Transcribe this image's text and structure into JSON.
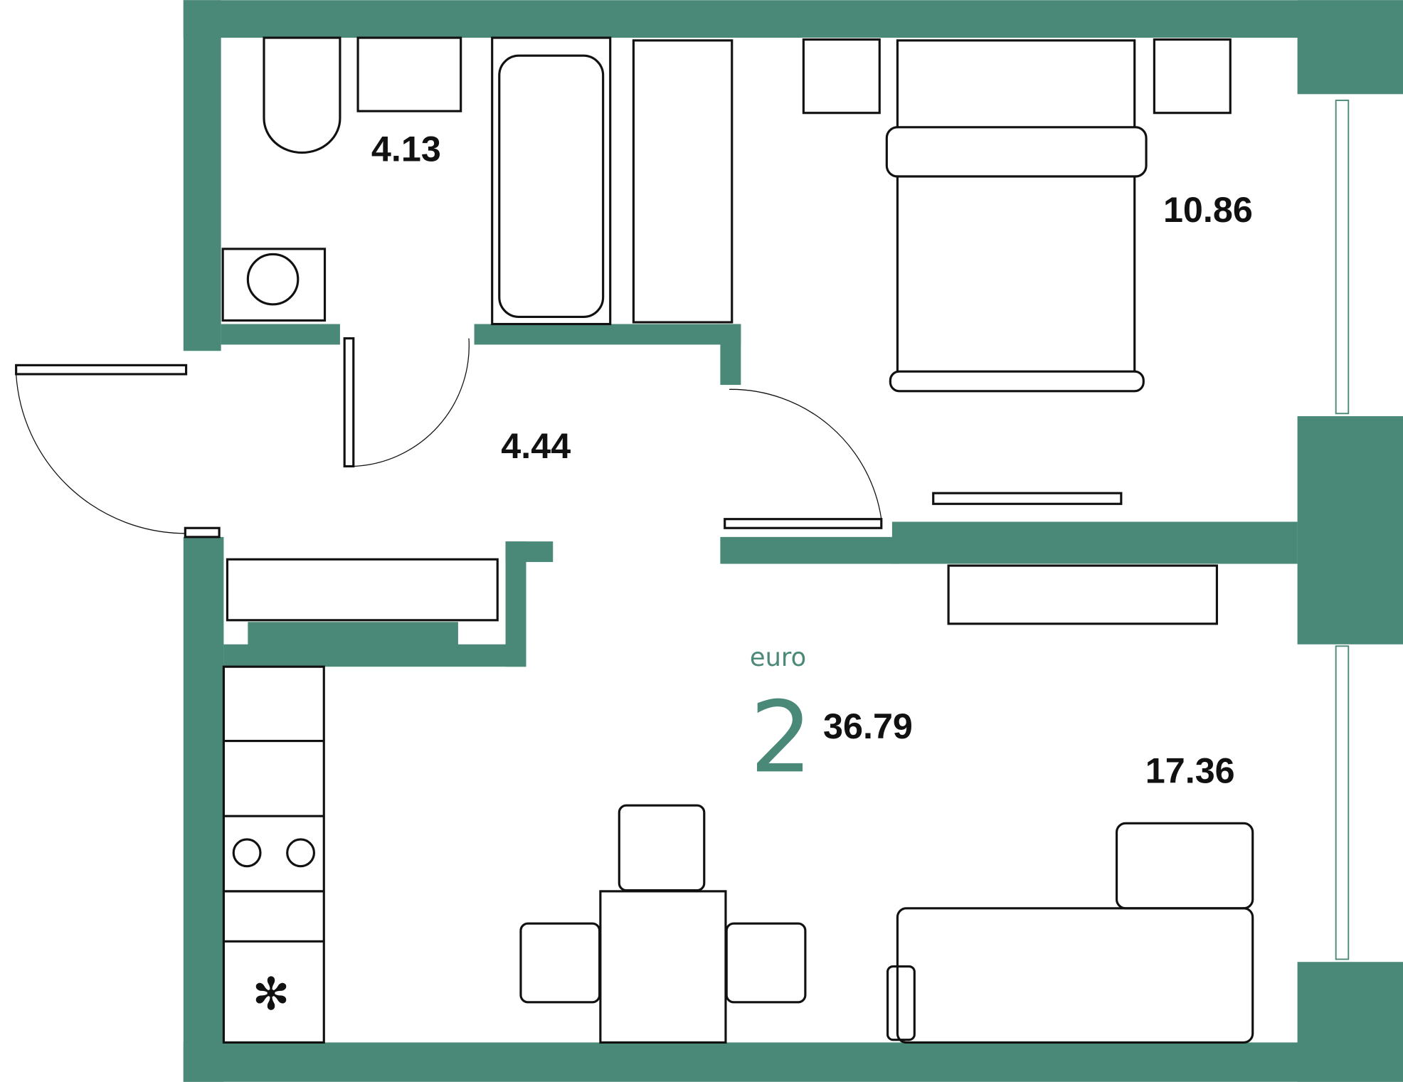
{
  "plan": {
    "type_label": "euro",
    "room_count": "2",
    "total_area": "36.79",
    "wall_color": "#4a8877",
    "rooms": {
      "bathroom": "4.13",
      "hallway": "4.44",
      "bedroom": "10.86",
      "living_kitchen": "17.36"
    }
  }
}
